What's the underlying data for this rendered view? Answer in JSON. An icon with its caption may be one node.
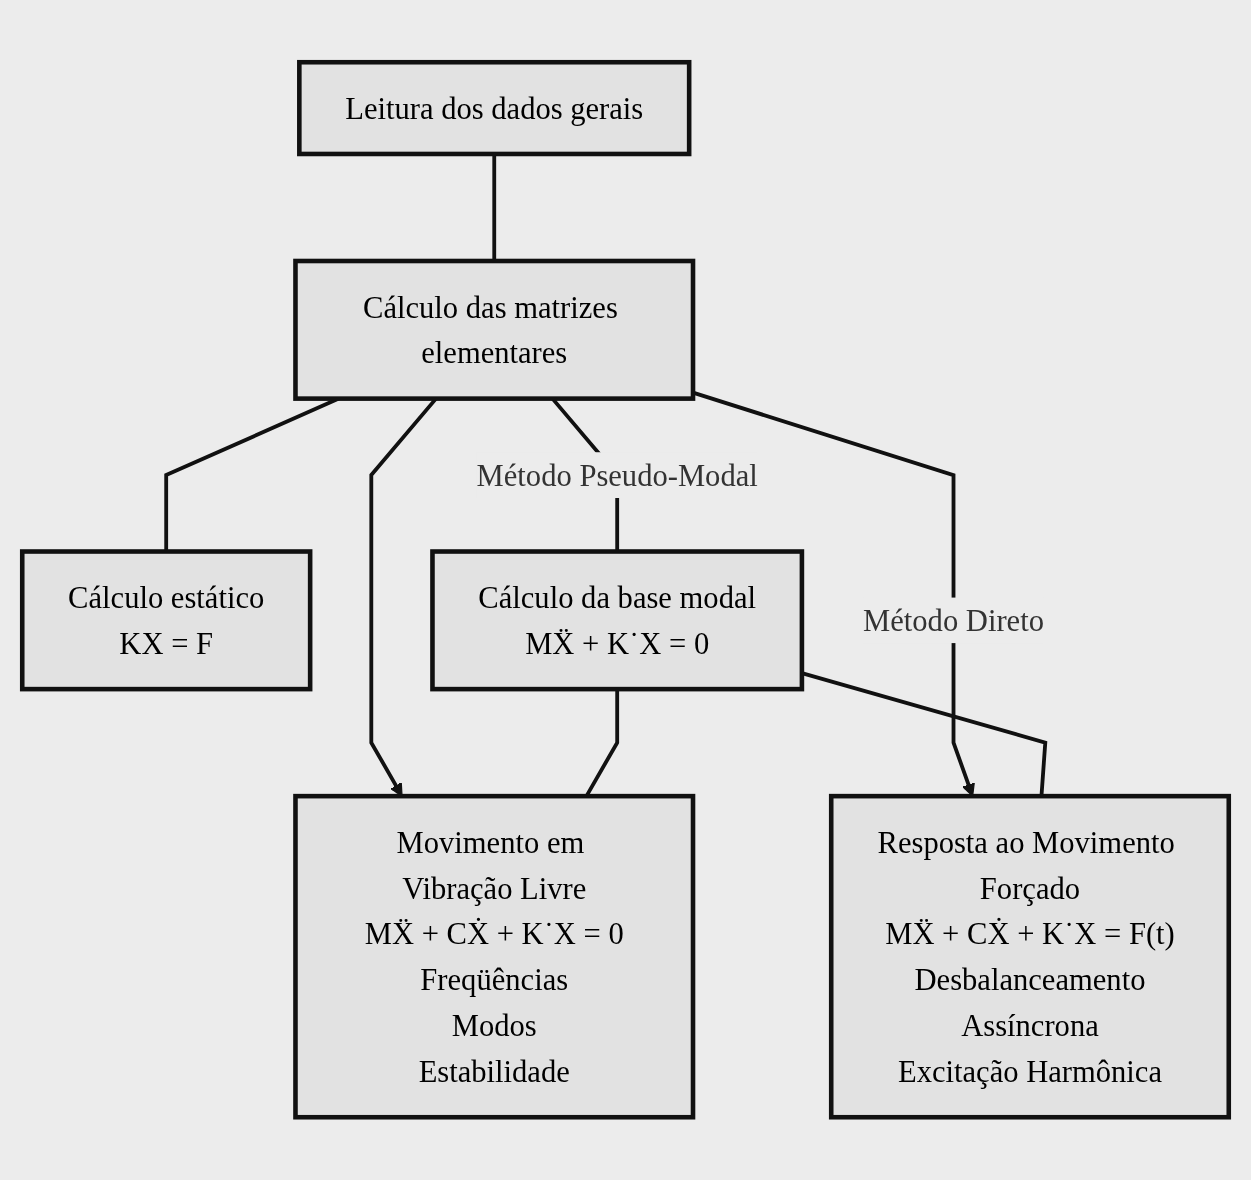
{
  "diagram": {
    "nodes": [
      {
        "text": [
          "Leitura dos dados gerais"
        ]
      },
      {
        "text": [
          "Cálculo das matrizes elementares"
        ]
      },
      {
        "text": [
          "Cálculo estático",
          "KX = F"
        ]
      },
      {
        "text": [
          "Cálculo da base modal",
          "MẌ + K˙X = 0"
        ]
      },
      {
        "text": [
          "Movimento em Vibração Livre",
          "MẌ + CẊ + K˙X = 0",
          "Freqüências",
          "Modos",
          "Estabilidade"
        ]
      },
      {
        "text": [
          "Resposta ao Movimento Forçado",
          "MẌ + CẊ + K˙X = F(t)",
          "Desbalanceamento",
          "Assíncrona",
          "Excitação Harmônica"
        ]
      }
    ],
    "edges": [
      {
        "from": 0,
        "to": 1,
        "arrow": "none"
      },
      {
        "from": 1,
        "to": 2,
        "arrow": "none"
      },
      {
        "from": 1,
        "to": 3,
        "arrow": "none",
        "label": "Método Pseudo-Modal"
      },
      {
        "from": 1,
        "to": 4,
        "arrow": "to"
      },
      {
        "from": 1,
        "to": 5,
        "arrow": "to",
        "label": "Método Direto"
      },
      {
        "from": 3,
        "to": 4,
        "arrow": "none"
      },
      {
        "from": 3,
        "to": 5,
        "arrow": "none"
      }
    ]
  }
}
